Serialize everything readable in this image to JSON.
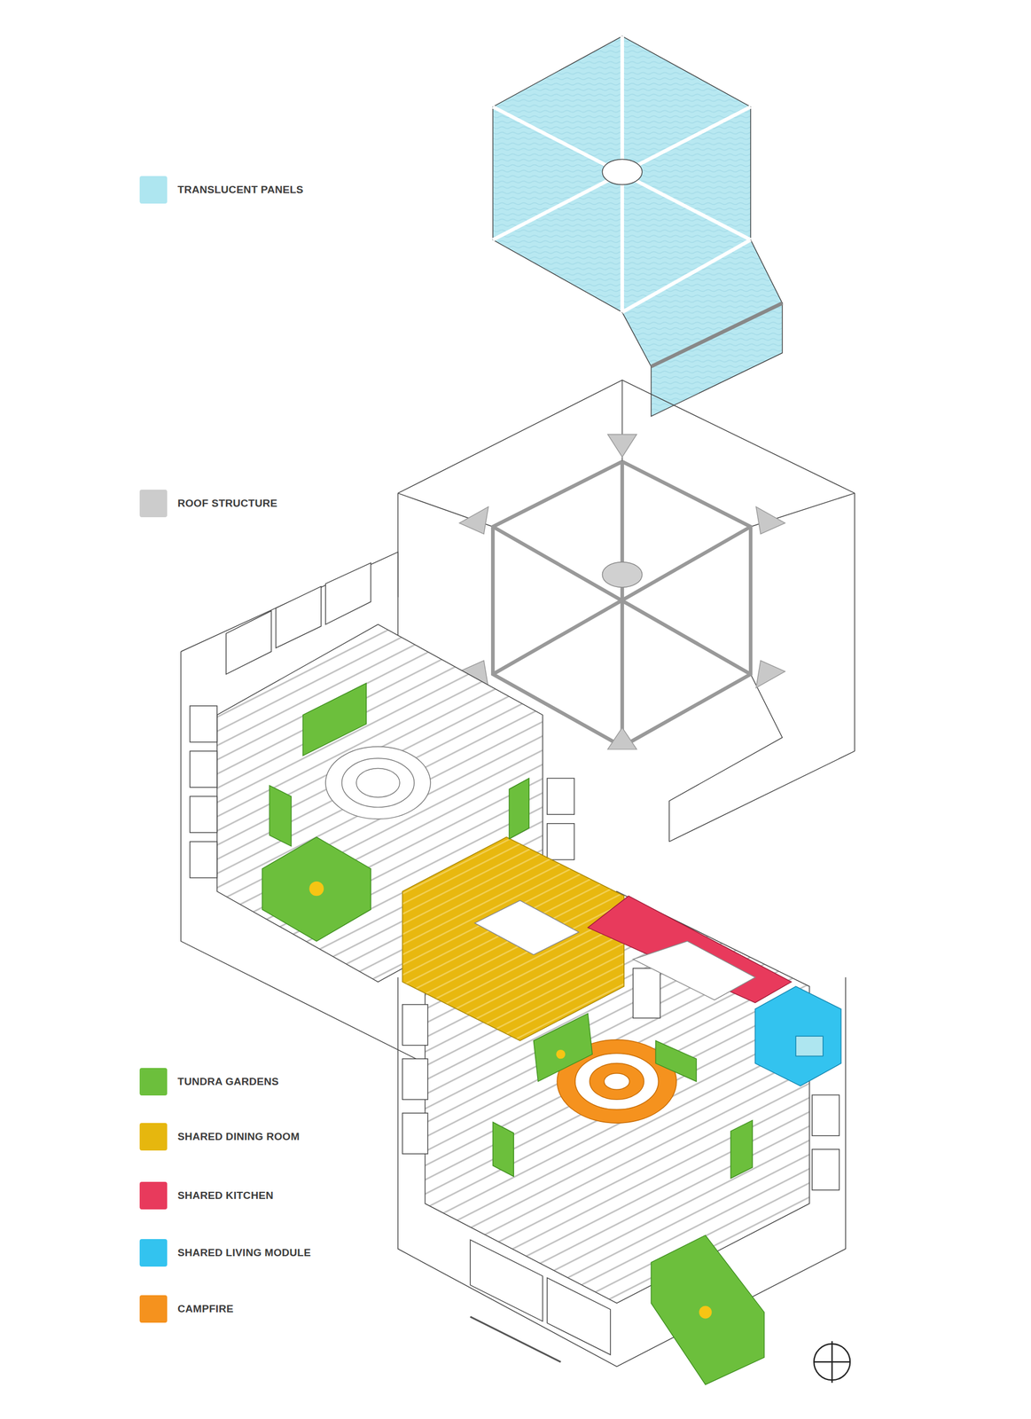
{
  "diagram": {
    "legend": [
      {
        "text": "TRANSLUCENT PANELS",
        "color": "#aee6f0"
      },
      {
        "text": "ROOF STRUCTURE",
        "color": "#cccccc"
      },
      {
        "text": "TUNDRA GARDENS",
        "color": "#6cbf3c"
      },
      {
        "text": "SHARED DINING ROOM",
        "color": "#e6b70e"
      },
      {
        "text": "SHARED KITCHEN",
        "color": "#e83a5c"
      },
      {
        "text": "SHARED LIVING MODULE",
        "color": "#33c3ef"
      },
      {
        "text": "CAMPFIRE",
        "color": "#f5921e"
      }
    ]
  }
}
